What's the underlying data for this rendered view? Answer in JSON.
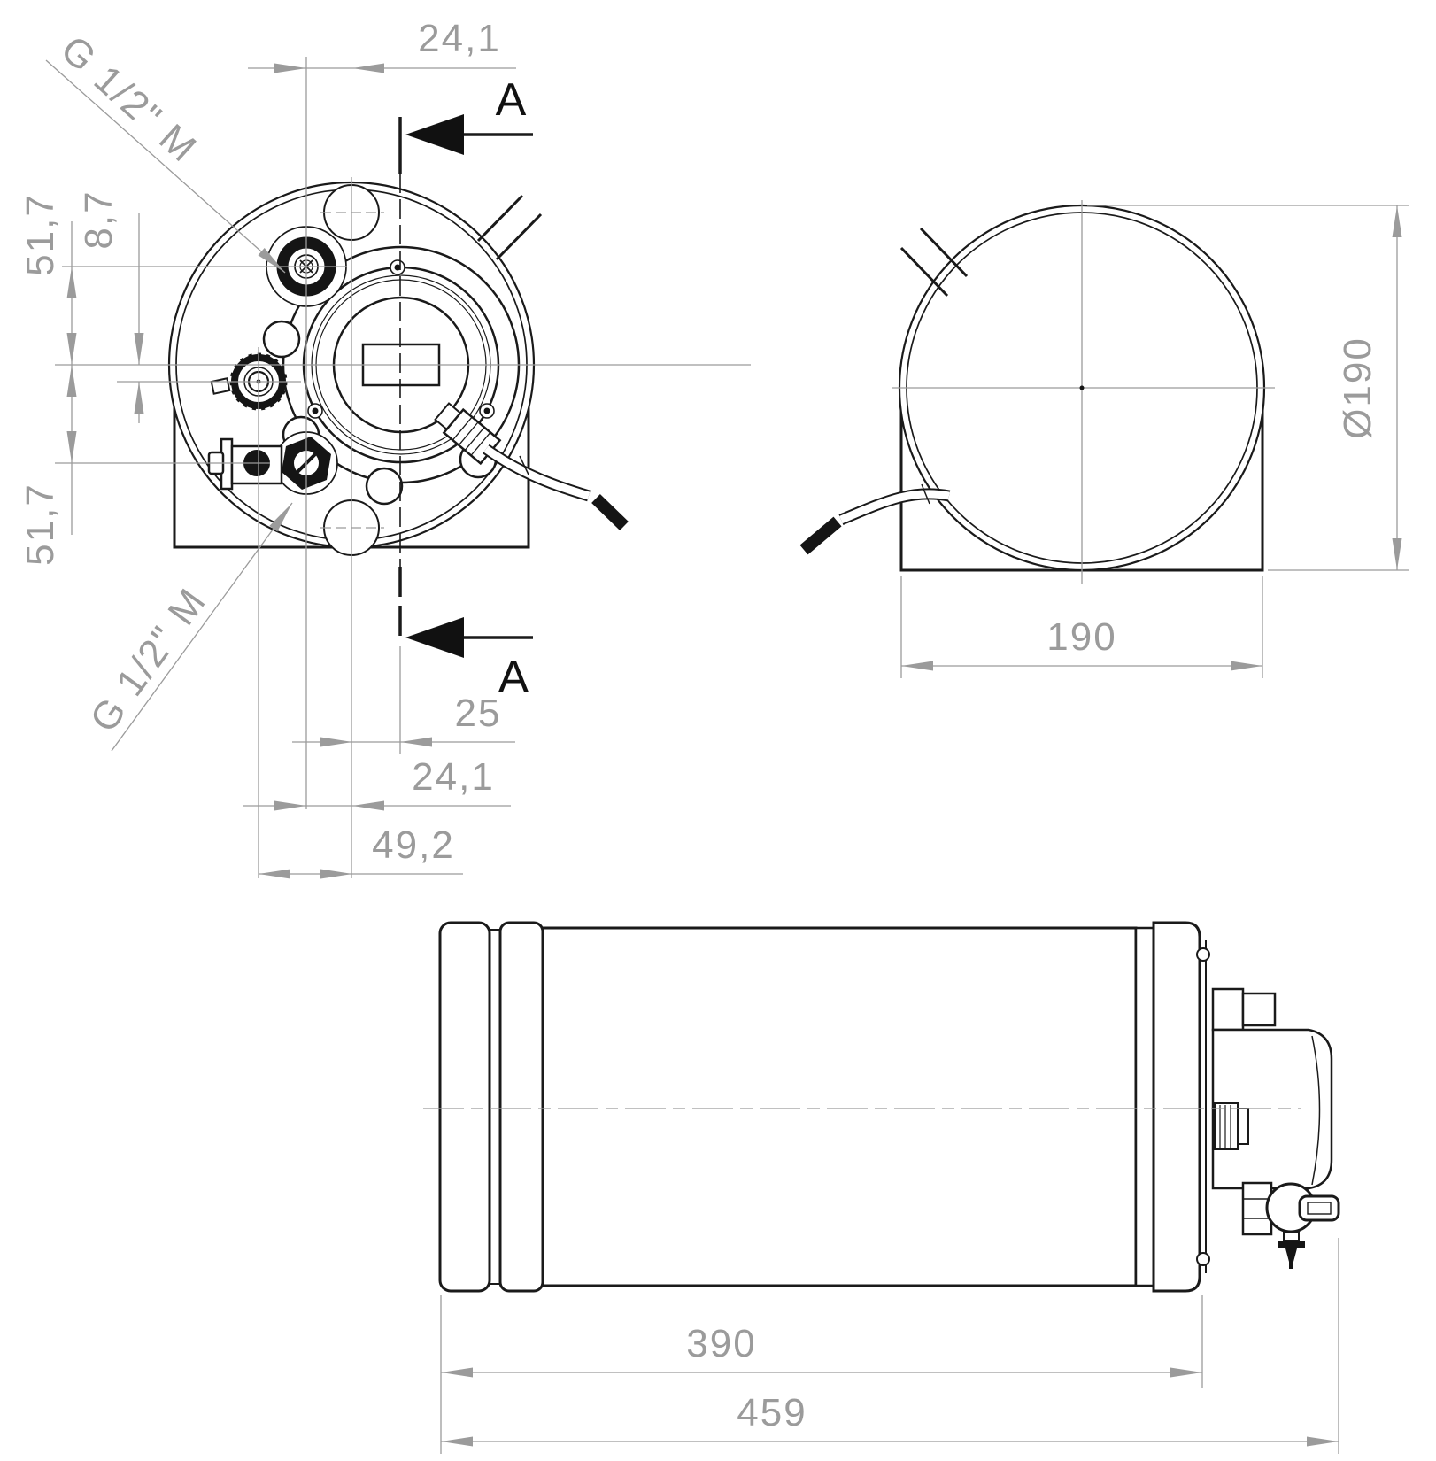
{
  "drawing": {
    "colors": {
      "object_line": "#1a1a1a",
      "dimension": "#9b9b9b",
      "background": "#ffffff"
    },
    "front": {
      "section_letter": "A",
      "leader_top": "G 1/2\" M",
      "leader_bottom": "G 1/2\" M",
      "dims": {
        "top_offset": "24,1",
        "left_upper": "51,7",
        "left_knob": "8,7",
        "left_lower": "51,7",
        "bottom_flange": "25",
        "bottom_port": "24,1",
        "bottom_knob": "49,2"
      }
    },
    "end": {
      "dims": {
        "diameter": "Ø190",
        "bracket_width": "190"
      }
    },
    "side": {
      "dims": {
        "body_length": "390",
        "overall_length": "459"
      }
    }
  }
}
